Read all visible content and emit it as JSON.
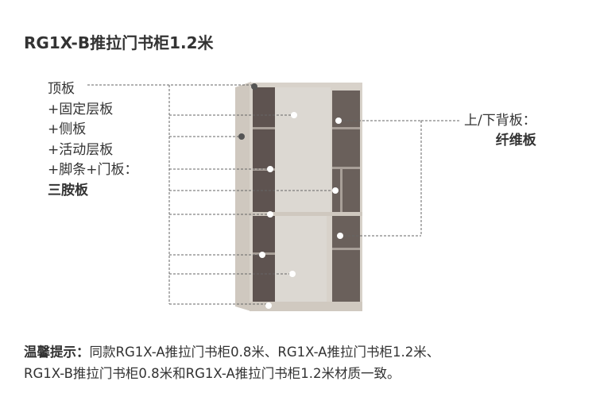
{
  "title": "RG1X-B推拉门书柜1.2米",
  "left_labels": [
    "顶板",
    "+固定层板",
    "+侧板",
    "+活动层板",
    "+脚条+门板：",
    "三胺板"
  ],
  "right_label": {
    "line1": "上/下背板：",
    "line2": "纤维板"
  },
  "note": {
    "prefix": "温馨提示：",
    "line1": "同款RG1X-A推拉门书柜0.8米、RG1X-A推拉门书柜1.2米、",
    "line2": "RG1X-B推拉门书柜0.8米和RG1X-A推拉门书柜1.2米材质一致。"
  },
  "colors": {
    "panel": "#d6d0c8",
    "door": "#dcd8d2",
    "shelf_dark": "#5a4f4c"
  }
}
